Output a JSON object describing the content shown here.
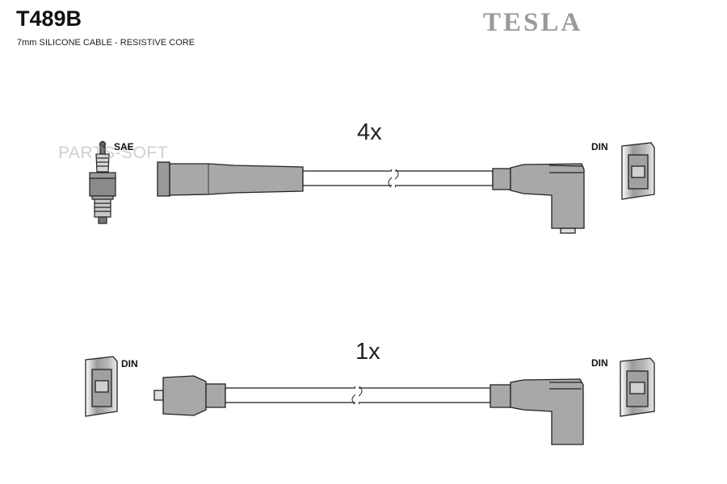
{
  "header": {
    "part_number": "T489B",
    "subtitle": "7mm SILICONE CABLE - RESISTIVE CORE",
    "brand": "TESLA"
  },
  "watermark": "PARTS-SOFT",
  "cable_sets": [
    {
      "quantity_label": "4x",
      "left_end_label": "SAE",
      "right_end_label": "DIN"
    },
    {
      "quantity_label": "1x",
      "left_end_label": "DIN",
      "right_end_label": "DIN"
    }
  ],
  "colors": {
    "part_fill": "#a8a8a8",
    "outline": "#222222",
    "cable_fill": "#ffffff",
    "brand": "#9a9a9a"
  }
}
